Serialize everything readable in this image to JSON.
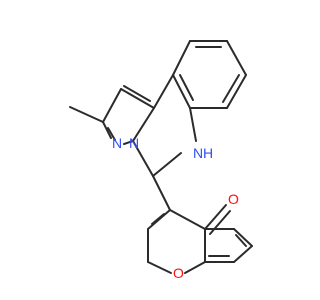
{
  "molecule": {
    "atoms": {
      "N_pyrazole": {
        "text": "N",
        "color": "#3050F8"
      },
      "N_bridge": {
        "text": "N",
        "color": "#3050F8"
      },
      "NH": {
        "text": "N",
        "color": "#3050F8"
      },
      "H": {
        "text": "H",
        "color": "#3050F8"
      },
      "O_ring": {
        "text": "O",
        "color": "#FF0D0D"
      },
      "O_carbonyl": {
        "text": "O",
        "color": "#FF0D0D"
      }
    }
  }
}
